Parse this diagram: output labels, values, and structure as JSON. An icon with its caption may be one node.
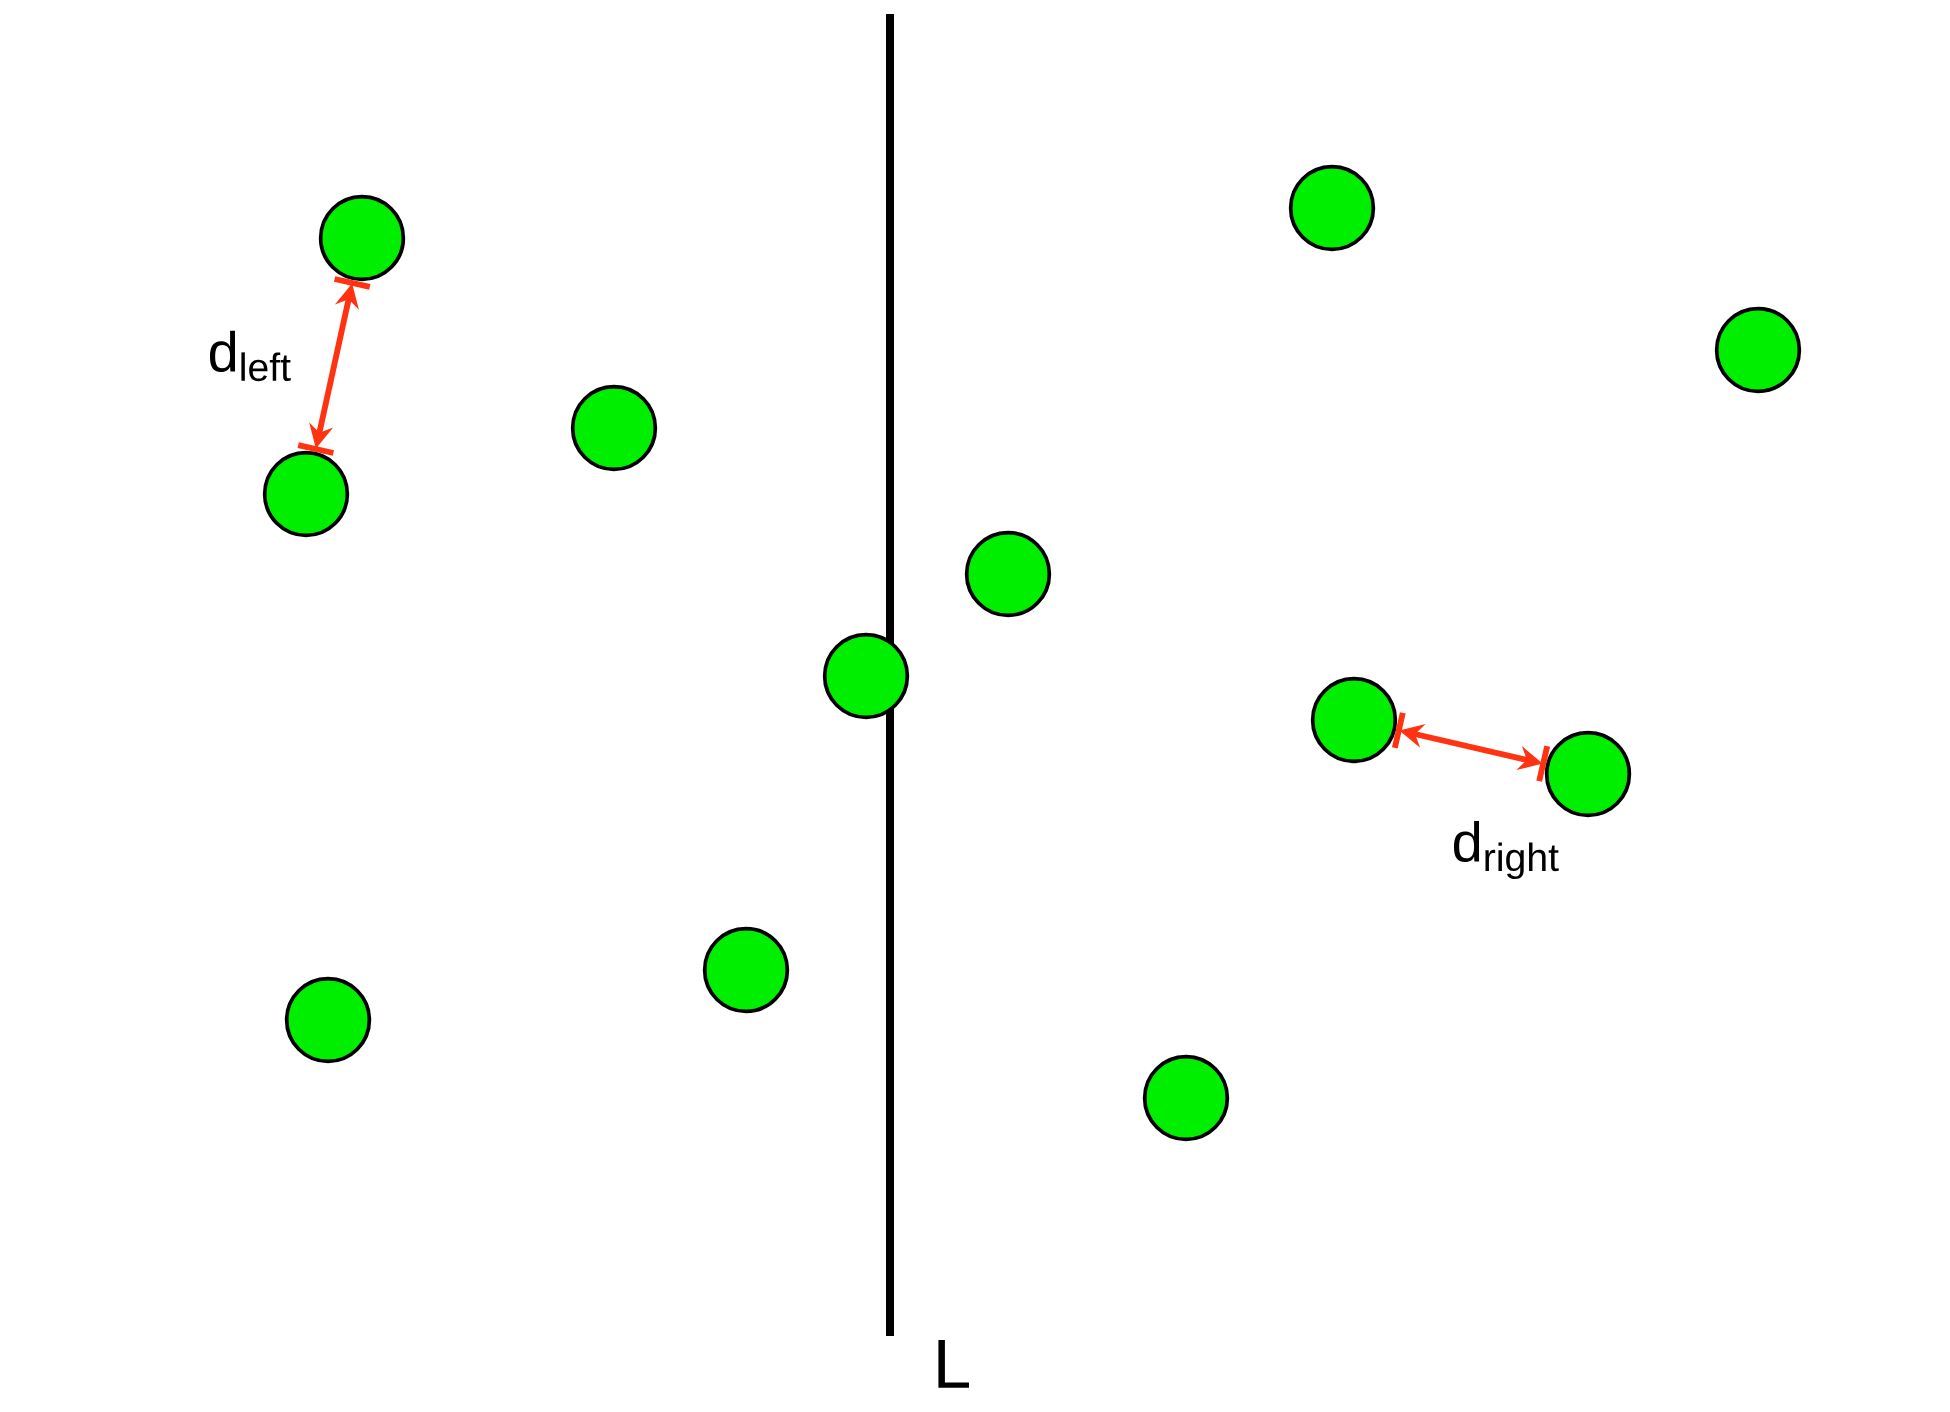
{
  "diagram": {
    "nodes": [
      {
        "text": [],
        "shape": "circle"
      },
      {
        "text": [],
        "shape": "circle"
      },
      {
        "text": [],
        "shape": "circle"
      },
      {
        "text": [],
        "shape": "circle"
      },
      {
        "text": [],
        "shape": "circle"
      },
      {
        "text": [],
        "shape": "circle"
      },
      {
        "text": [],
        "shape": "circle"
      },
      {
        "text": [],
        "shape": "circle"
      },
      {
        "text": [],
        "shape": "circle"
      },
      {
        "text": [],
        "shape": "circle"
      },
      {
        "text": [],
        "shape": "circle"
      },
      {
        "text": [],
        "shape": "circle"
      }
    ],
    "edges": [
      {
        "from": 2,
        "to": 1,
        "arrow": "both",
        "label": "d$_{left}$"
      },
      {
        "from": 9,
        "to": 10,
        "arrow": "both",
        "label": "d$_{right}$"
      }
    ],
    "labels": [
      "L"
    ]
  }
}
